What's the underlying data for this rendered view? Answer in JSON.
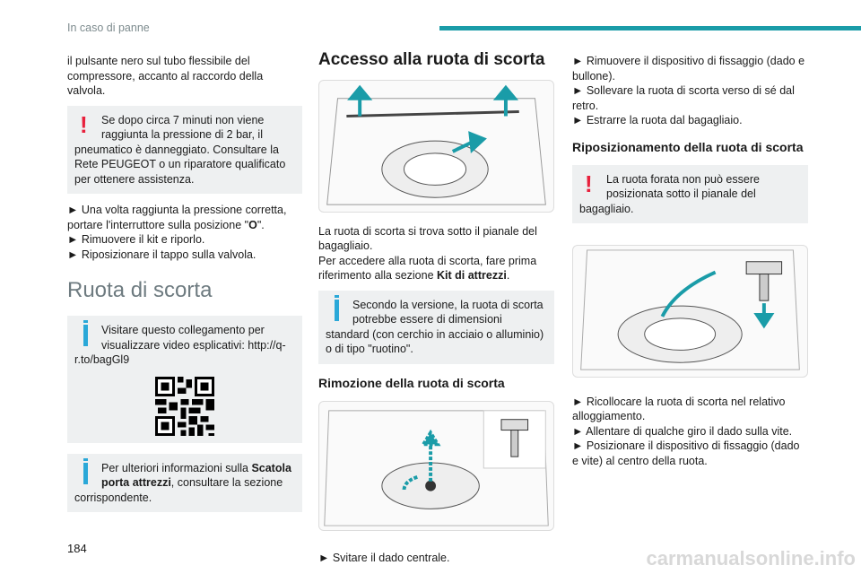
{
  "header": {
    "section": "In caso di panne",
    "accent": "#1a9ca8"
  },
  "col1": {
    "intro": "il pulsante nero sul tubo flessibile del compressore, accanto al raccordo della valvola.",
    "warning": "Se dopo circa 7 minuti non viene raggiunta la pressione di 2 bar, il pneumatico è danneggiato. Consultare la Rete PEUGEOT o un riparatore qualificato per ottenere assistenza.",
    "step1a": "► Una volta raggiunta la pressione corretta, portare l'interruttore sulla posizione \"",
    "step1b": "O",
    "step1c": "\".",
    "step2": "► Rimuovere il kit e riporlo.",
    "step3": "► Riposizionare il tappo sulla valvola.",
    "heading": "Ruota di scorta",
    "info1": "Visitare questo collegamento per visualizzare video esplicativi: http://q-r.to/bagGl9",
    "info2a": "Per ulteriori informazioni sulla ",
    "info2b": "Scatola porta attrezzi",
    "info2c": ", consultare la sezione corrispondente."
  },
  "col2": {
    "heading": "Accesso alla ruota di scorta",
    "p1": "La ruota di scorta si trova sotto il pianale del bagagliaio.",
    "p2a": "Per accedere alla ruota di scorta, fare prima riferimento alla sezione ",
    "p2b": "Kit di attrezzi",
    "p2c": ".",
    "info": "Secondo la versione, la ruota di scorta potrebbe essere di dimensioni standard (con cerchio in acciaio o alluminio) o di tipo \"ruotino\".",
    "subheading": "Rimozione della ruota di scorta",
    "step": "► Svitare il dado centrale."
  },
  "col3": {
    "step1": "► Rimuovere il dispositivo di fissaggio (dado e bullone).",
    "step2": "► Sollevare la ruota di scorta verso di sé dal retro.",
    "step3": "► Estrarre la ruota dal bagagliaio.",
    "subheading": "Riposizionamento della ruota di scorta",
    "warning": "La ruota forata non può essere posizionata sotto il pianale del bagagliaio.",
    "step4": "► Ricollocare la ruota di scorta nel relativo alloggiamento.",
    "step5": "► Allentare di qualche giro il dado sulla vite.",
    "step6": "► Posizionare il dispositivo di fissaggio (dado e vite) al centro della ruota."
  },
  "footer": {
    "page_number": "184",
    "watermark": "carmanualsonline.info"
  }
}
